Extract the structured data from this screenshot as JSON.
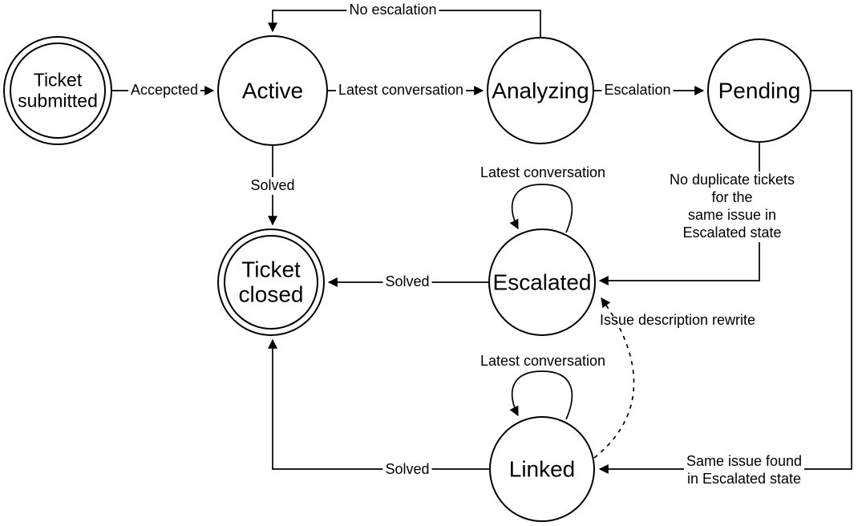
{
  "diagram": {
    "kind": "state-machine",
    "colors": {
      "line": "#000000",
      "text": "#000000",
      "background": "#ffffff"
    }
  },
  "nodes": {
    "ticket_submitted": {
      "label": "Ticket\nsubmitted",
      "shape": "double-circle"
    },
    "active": {
      "label": "Active",
      "shape": "circle"
    },
    "analyzing": {
      "label": "Analyzing",
      "shape": "circle"
    },
    "pending": {
      "label": "Pending",
      "shape": "circle"
    },
    "ticket_closed": {
      "label": "Ticket\nclosed",
      "shape": "double-circle"
    },
    "escalated": {
      "label": "Escalated",
      "shape": "circle"
    },
    "linked": {
      "label": "Linked",
      "shape": "circle"
    }
  },
  "edges": {
    "accepted": {
      "from": "ticket_submitted",
      "to": "active",
      "label": "Accepcted",
      "style": "solid"
    },
    "latest_conversation_active": {
      "from": "active",
      "to": "analyzing",
      "label": "Latest conversation",
      "style": "solid"
    },
    "no_escalation": {
      "from": "analyzing",
      "to": "active",
      "label": "No escalation",
      "style": "solid"
    },
    "escalation": {
      "from": "analyzing",
      "to": "pending",
      "label": "Escalation",
      "style": "solid"
    },
    "solved_active": {
      "from": "active",
      "to": "ticket_closed",
      "label": "Solved",
      "style": "solid"
    },
    "no_duplicate": {
      "from": "pending",
      "to": "escalated",
      "label": "No duplicate tickets for the\nsame issue in Escalated state",
      "style": "solid"
    },
    "latest_conversation_escalated": {
      "from": "escalated",
      "to": "escalated",
      "label": "Latest conversation",
      "style": "solid"
    },
    "solved_escalated": {
      "from": "escalated",
      "to": "ticket_closed",
      "label": "Solved",
      "style": "solid"
    },
    "issue_description_rewrite": {
      "from": "linked",
      "to": "escalated",
      "label": "Issue description rewrite",
      "style": "dashed"
    },
    "latest_conversation_linked": {
      "from": "linked",
      "to": "linked",
      "label": "Latest conversation",
      "style": "solid"
    },
    "solved_linked": {
      "from": "linked",
      "to": "ticket_closed",
      "label": "Solved",
      "style": "solid"
    },
    "same_issue_found": {
      "from": "pending",
      "to": "linked",
      "label": "Same issue found\nin Escalated state",
      "style": "solid"
    }
  }
}
